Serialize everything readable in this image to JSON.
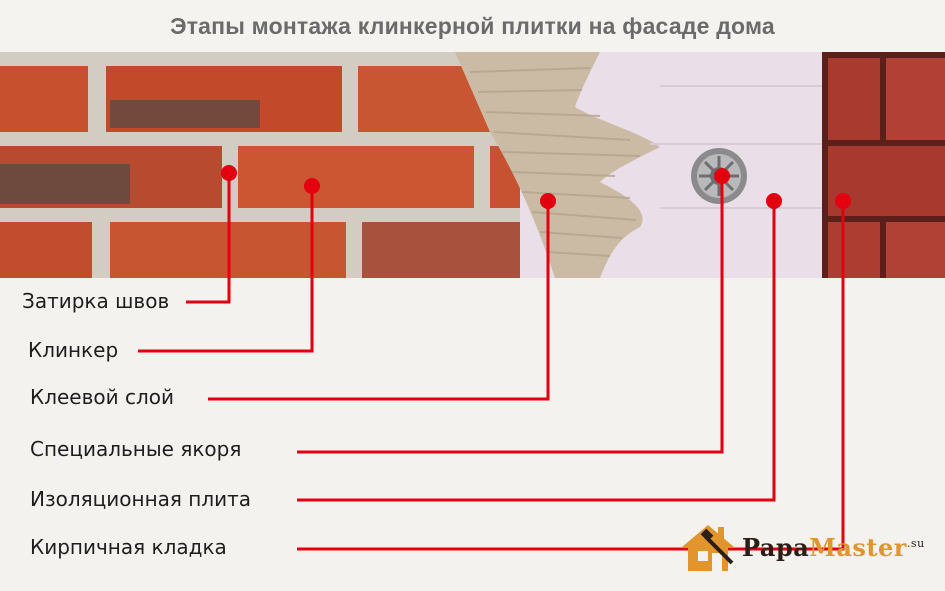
{
  "title": "Этапы монтажа клинкерной плитки на фасаде дома",
  "labels": {
    "grout": "Затирка швов",
    "clinker": "Клинкер",
    "adhesive": "Клеевой слой",
    "anchors": "Специальные якоря",
    "insulation": "Изоляционная плита",
    "masonry": "Кирпичная кладка"
  },
  "logo": {
    "part1": "Papa",
    "part2": "Master",
    "suffix": ".su"
  },
  "colors": {
    "callout": "#e3000f",
    "brick": "#c44a2a",
    "mortar": "#cfc8bd",
    "insulation": "#e9dde7",
    "masonry": "#a93a2f",
    "adhesive": "#c9b9a3",
    "logo_accent": "#e2952c"
  }
}
